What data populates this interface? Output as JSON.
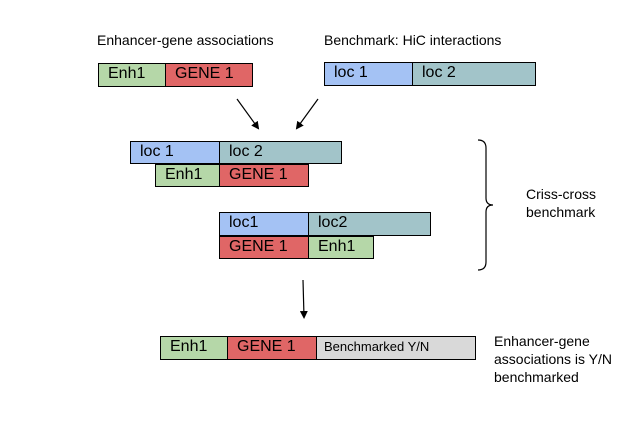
{
  "header": {
    "associations_label": "Enhancer-gene associations",
    "benchmark_label": "Benchmark: HiC interactions"
  },
  "top_row": {
    "association": {
      "enh": "Enh1",
      "gene": "GENE 1"
    },
    "hic": {
      "loc1": "loc 1",
      "loc2": "loc 2"
    }
  },
  "overlap_1": {
    "hic": {
      "loc1": "loc 1",
      "loc2": "loc 2"
    },
    "association": {
      "enh": "Enh1",
      "gene": "GENE 1"
    }
  },
  "overlap_2": {
    "hic": {
      "loc1": "loc1",
      "loc2": "loc2"
    },
    "association": {
      "gene": "GENE 1",
      "enh": "Enh1"
    }
  },
  "criss_cross": {
    "line1": "Criss-cross",
    "line2": "benchmark"
  },
  "result": {
    "enh": "Enh1",
    "gene": "GENE 1",
    "status": "Benchmarked Y/N",
    "caption": [
      "Enhancer-gene",
      "associations is Y/N",
      "benchmarked"
    ]
  },
  "colors": {
    "enhancer": "#b5d7a8",
    "gene": "#e06666",
    "loc1": "#a4c2f4",
    "loc2": "#a2c4c9",
    "benchmarked": "#d9d9d9"
  }
}
